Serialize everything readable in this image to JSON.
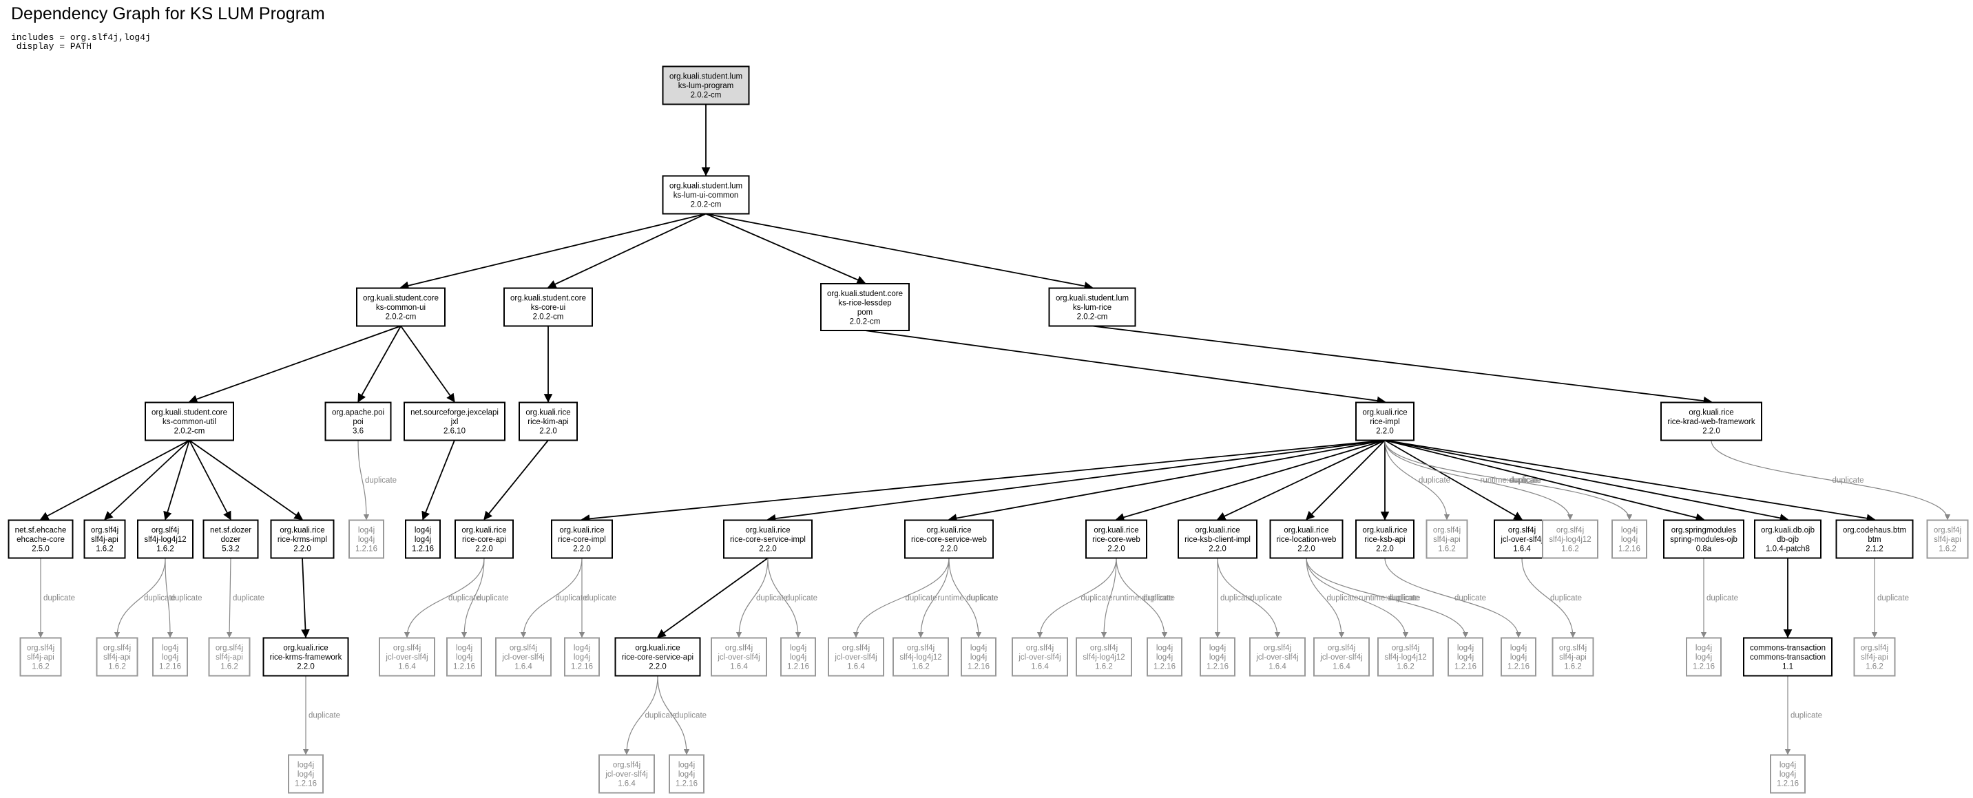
{
  "title": "Dependency Graph for KS LUM Program",
  "params": [
    "includes = org.slf4j,log4j",
    " display = PATH"
  ],
  "nodes": {
    "root": {
      "lines": [
        "org.kuali.student.lum",
        "ks-lum-program",
        "2.0.2-cm"
      ],
      "style": "root"
    },
    "uicommon": {
      "lines": [
        "org.kuali.student.lum",
        "ks-lum-ui-common",
        "2.0.2-cm"
      ],
      "style": "normal"
    },
    "commonui": {
      "lines": [
        "org.kuali.student.core",
        "ks-common-ui",
        "2.0.2-cm"
      ],
      "style": "normal"
    },
    "coreui": {
      "lines": [
        "org.kuali.student.core",
        "ks-core-ui",
        "2.0.2-cm"
      ],
      "style": "normal"
    },
    "riceless": {
      "lines": [
        "org.kuali.student.core",
        "ks-rice-lessdep",
        "pom",
        "2.0.2-cm"
      ],
      "style": "normal"
    },
    "lumrice": {
      "lines": [
        "org.kuali.student.lum",
        "ks-lum-rice",
        "2.0.2-cm"
      ],
      "style": "normal"
    },
    "commonutil": {
      "lines": [
        "org.kuali.student.core",
        "ks-common-util",
        "2.0.2-cm"
      ],
      "style": "normal"
    },
    "poi": {
      "lines": [
        "org.apache.poi",
        "poi",
        "3.6"
      ],
      "style": "normal"
    },
    "jxl": {
      "lines": [
        "net.sourceforge.jexcelapi",
        "jxl",
        "2.6.10"
      ],
      "style": "normal"
    },
    "kimapi": {
      "lines": [
        "org.kuali.rice",
        "rice-kim-api",
        "2.2.0"
      ],
      "style": "normal"
    },
    "riceimpl": {
      "lines": [
        "org.kuali.rice",
        "rice-impl",
        "2.2.0"
      ],
      "style": "normal"
    },
    "krad": {
      "lines": [
        "org.kuali.rice",
        "rice-krad-web-framework",
        "2.2.0"
      ],
      "style": "normal"
    },
    "ehcache": {
      "lines": [
        "net.sf.ehcache",
        "ehcache-core",
        "2.5.0"
      ],
      "style": "normal"
    },
    "slf4japi_a": {
      "lines": [
        "org.slf4j",
        "slf4j-api",
        "1.6.2"
      ],
      "style": "normal"
    },
    "slf4jlog4j_a": {
      "lines": [
        "org.slf4j",
        "slf4j-log4j12",
        "1.6.2"
      ],
      "style": "normal"
    },
    "dozer": {
      "lines": [
        "net.sf.dozer",
        "dozer",
        "5.3.2"
      ],
      "style": "normal"
    },
    "krmsimpl": {
      "lines": [
        "org.kuali.rice",
        "rice-krms-impl",
        "2.2.0"
      ],
      "style": "normal"
    },
    "poi_log4j": {
      "lines": [
        "log4j",
        "log4j",
        "1.2.16"
      ],
      "style": "dup"
    },
    "log4j_a": {
      "lines": [
        "log4j",
        "log4j",
        "1.2.16"
      ],
      "style": "normal"
    },
    "coreapi": {
      "lines": [
        "org.kuali.rice",
        "rice-core-api",
        "2.2.0"
      ],
      "style": "normal"
    },
    "coreimpl": {
      "lines": [
        "org.kuali.rice",
        "rice-core-impl",
        "2.2.0"
      ],
      "style": "normal"
    },
    "csimpl": {
      "lines": [
        "org.kuali.rice",
        "rice-core-service-impl",
        "2.2.0"
      ],
      "style": "normal"
    },
    "csweb": {
      "lines": [
        "org.kuali.rice",
        "rice-core-service-web",
        "2.2.0"
      ],
      "style": "normal"
    },
    "coreweb": {
      "lines": [
        "org.kuali.rice",
        "rice-core-web",
        "2.2.0"
      ],
      "style": "normal"
    },
    "ksbclient": {
      "lines": [
        "org.kuali.rice",
        "rice-ksb-client-impl",
        "2.2.0"
      ],
      "style": "normal"
    },
    "locweb": {
      "lines": [
        "org.kuali.rice",
        "rice-location-web",
        "2.2.0"
      ],
      "style": "normal"
    },
    "ksbapi": {
      "lines": [
        "org.kuali.rice",
        "rice-ksb-api",
        "2.2.0"
      ],
      "style": "normal"
    },
    "ri_slf4japi": {
      "lines": [
        "org.slf4j",
        "slf4j-api",
        "1.6.2"
      ],
      "style": "dup"
    },
    "jcloverslf4j": {
      "lines": [
        "org.slf4j",
        "jcl-over-slf4j",
        "1.6.4"
      ],
      "style": "normal"
    },
    "ri_slf4jlog4j": {
      "lines": [
        "org.slf4j",
        "slf4j-log4j12",
        "1.6.2"
      ],
      "style": "dup"
    },
    "ri_log4j": {
      "lines": [
        "log4j",
        "log4j",
        "1.2.16"
      ],
      "style": "dup"
    },
    "springojb": {
      "lines": [
        "org.springmodules",
        "spring-modules-ojb",
        "0.8a"
      ],
      "style": "normal"
    },
    "dbojb": {
      "lines": [
        "org.kuali.db.ojb",
        "db-ojb",
        "1.0.4-patch8"
      ],
      "style": "normal"
    },
    "btm": {
      "lines": [
        "org.codehaus.btm",
        "btm",
        "2.1.2"
      ],
      "style": "normal"
    },
    "krad_slf4japi": {
      "lines": [
        "org.slf4j",
        "slf4j-api",
        "1.6.2"
      ],
      "style": "dup"
    },
    "ehc_slf4japi": {
      "lines": [
        "org.slf4j",
        "slf4j-api",
        "1.6.2"
      ],
      "style": "dup"
    },
    "l4_slf4japi": {
      "lines": [
        "org.slf4j",
        "slf4j-api",
        "1.6.2"
      ],
      "style": "dup"
    },
    "l4_log4j": {
      "lines": [
        "log4j",
        "log4j",
        "1.2.16"
      ],
      "style": "dup"
    },
    "dz_slf4japi": {
      "lines": [
        "org.slf4j",
        "slf4j-api",
        "1.6.2"
      ],
      "style": "dup"
    },
    "krmsfw": {
      "lines": [
        "org.kuali.rice",
        "rice-krms-framework",
        "2.2.0"
      ],
      "style": "normal"
    },
    "ca_jcl": {
      "lines": [
        "org.slf4j",
        "jcl-over-slf4j",
        "1.6.4"
      ],
      "style": "dup"
    },
    "ca_log4j": {
      "lines": [
        "log4j",
        "log4j",
        "1.2.16"
      ],
      "style": "dup"
    },
    "ci_jcl": {
      "lines": [
        "org.slf4j",
        "jcl-over-slf4j",
        "1.6.4"
      ],
      "style": "dup"
    },
    "ci_log4j": {
      "lines": [
        "log4j",
        "log4j",
        "1.2.16"
      ],
      "style": "dup"
    },
    "csapi": {
      "lines": [
        "org.kuali.rice",
        "rice-core-service-api",
        "2.2.0"
      ],
      "style": "normal"
    },
    "csi_jcl": {
      "lines": [
        "org.slf4j",
        "jcl-over-slf4j",
        "1.6.4"
      ],
      "style": "dup"
    },
    "csi_log4j": {
      "lines": [
        "log4j",
        "log4j",
        "1.2.16"
      ],
      "style": "dup"
    },
    "csw_jcl": {
      "lines": [
        "org.slf4j",
        "jcl-over-slf4j",
        "1.6.4"
      ],
      "style": "dup"
    },
    "csw_slf4jlog4j": {
      "lines": [
        "org.slf4j",
        "slf4j-log4j12",
        "1.6.2"
      ],
      "style": "dup"
    },
    "csw_log4j": {
      "lines": [
        "log4j",
        "log4j",
        "1.2.16"
      ],
      "style": "dup"
    },
    "cw_jcl": {
      "lines": [
        "org.slf4j",
        "jcl-over-slf4j",
        "1.6.4"
      ],
      "style": "dup"
    },
    "cw_slf4jlog4j": {
      "lines": [
        "org.slf4j",
        "slf4j-log4j12",
        "1.6.2"
      ],
      "style": "dup"
    },
    "cw_log4j": {
      "lines": [
        "log4j",
        "log4j",
        "1.2.16"
      ],
      "style": "dup"
    },
    "kc_log4j": {
      "lines": [
        "log4j",
        "log4j",
        "1.2.16"
      ],
      "style": "dup"
    },
    "kc_jcl": {
      "lines": [
        "org.slf4j",
        "jcl-over-slf4j",
        "1.6.4"
      ],
      "style": "dup"
    },
    "lw_jcl": {
      "lines": [
        "org.slf4j",
        "jcl-over-slf4j",
        "1.6.4"
      ],
      "style": "dup"
    },
    "lw_slf4jlog4j": {
      "lines": [
        "org.slf4j",
        "slf4j-log4j12",
        "1.6.2"
      ],
      "style": "dup"
    },
    "lw_log4j": {
      "lines": [
        "log4j",
        "log4j",
        "1.2.16"
      ],
      "style": "dup"
    },
    "ka_log4j": {
      "lines": [
        "log4j",
        "log4j",
        "1.2.16"
      ],
      "style": "dup"
    },
    "jc_slf4japi": {
      "lines": [
        "org.slf4j",
        "slf4j-api",
        "1.6.2"
      ],
      "style": "dup"
    },
    "so_log4j": {
      "lines": [
        "log4j",
        "log4j",
        "1.2.16"
      ],
      "style": "dup"
    },
    "commonstx": {
      "lines": [
        "commons-transaction",
        "commons-transaction",
        "1.1"
      ],
      "style": "normal"
    },
    "btm_slf4japi": {
      "lines": [
        "org.slf4j",
        "slf4j-api",
        "1.6.2"
      ],
      "style": "dup"
    },
    "kf_log4j": {
      "lines": [
        "log4j",
        "log4j",
        "1.2.16"
      ],
      "style": "dup"
    },
    "csa_jcl": {
      "lines": [
        "org.slf4j",
        "jcl-over-slf4j",
        "1.6.4"
      ],
      "style": "dup"
    },
    "csa_log4j": {
      "lines": [
        "log4j",
        "log4j",
        "1.2.16"
      ],
      "style": "dup"
    },
    "ct_log4j": {
      "lines": [
        "log4j",
        "log4j",
        "1.2.16"
      ],
      "style": "dup"
    }
  },
  "edges": [
    {
      "from": "root",
      "to": "uicommon",
      "label": ""
    },
    {
      "from": "uicommon",
      "to": "commonui",
      "label": ""
    },
    {
      "from": "uicommon",
      "to": "coreui",
      "label": ""
    },
    {
      "from": "uicommon",
      "to": "riceless",
      "label": ""
    },
    {
      "from": "uicommon",
      "to": "lumrice",
      "label": ""
    },
    {
      "from": "commonui",
      "to": "commonutil",
      "label": ""
    },
    {
      "from": "commonui",
      "to": "poi",
      "label": ""
    },
    {
      "from": "commonui",
      "to": "jxl",
      "label": ""
    },
    {
      "from": "coreui",
      "to": "kimapi",
      "label": ""
    },
    {
      "from": "riceless",
      "to": "riceimpl",
      "label": ""
    },
    {
      "from": "lumrice",
      "to": "krad",
      "label": ""
    },
    {
      "from": "commonutil",
      "to": "ehcache",
      "label": ""
    },
    {
      "from": "commonutil",
      "to": "slf4japi_a",
      "label": ""
    },
    {
      "from": "commonutil",
      "to": "slf4jlog4j_a",
      "label": ""
    },
    {
      "from": "commonutil",
      "to": "dozer",
      "label": ""
    },
    {
      "from": "commonutil",
      "to": "krmsimpl",
      "label": ""
    },
    {
      "from": "poi",
      "to": "poi_log4j",
      "label": "duplicate"
    },
    {
      "from": "jxl",
      "to": "log4j_a",
      "label": ""
    },
    {
      "from": "kimapi",
      "to": "coreapi",
      "label": ""
    },
    {
      "from": "riceimpl",
      "to": "coreimpl",
      "label": ""
    },
    {
      "from": "riceimpl",
      "to": "csimpl",
      "label": ""
    },
    {
      "from": "riceimpl",
      "to": "csweb",
      "label": ""
    },
    {
      "from": "riceimpl",
      "to": "coreweb",
      "label": ""
    },
    {
      "from": "riceimpl",
      "to": "ksbclient",
      "label": ""
    },
    {
      "from": "riceimpl",
      "to": "locweb",
      "label": ""
    },
    {
      "from": "riceimpl",
      "to": "ksbapi",
      "label": ""
    },
    {
      "from": "riceimpl",
      "to": "ri_slf4japi",
      "label": "duplicate"
    },
    {
      "from": "riceimpl",
      "to": "jcloverslf4j",
      "label": ""
    },
    {
      "from": "riceimpl",
      "to": "ri_slf4jlog4j",
      "label": "runtime:duplicate"
    },
    {
      "from": "riceimpl",
      "to": "ri_log4j",
      "label": "duplicate"
    },
    {
      "from": "riceimpl",
      "to": "springojb",
      "label": ""
    },
    {
      "from": "riceimpl",
      "to": "dbojb",
      "label": ""
    },
    {
      "from": "riceimpl",
      "to": "btm",
      "label": ""
    },
    {
      "from": "krad",
      "to": "krad_slf4japi",
      "label": "duplicate"
    },
    {
      "from": "ehcache",
      "to": "ehc_slf4japi",
      "label": "duplicate"
    },
    {
      "from": "slf4jlog4j_a",
      "to": "l4_slf4japi",
      "label": "duplicate"
    },
    {
      "from": "slf4jlog4j_a",
      "to": "l4_log4j",
      "label": "duplicate"
    },
    {
      "from": "dozer",
      "to": "dz_slf4japi",
      "label": "duplicate"
    },
    {
      "from": "krmsimpl",
      "to": "krmsfw",
      "label": ""
    },
    {
      "from": "coreapi",
      "to": "ca_jcl",
      "label": "duplicate"
    },
    {
      "from": "coreapi",
      "to": "ca_log4j",
      "label": "duplicate"
    },
    {
      "from": "coreimpl",
      "to": "ci_jcl",
      "label": "duplicate"
    },
    {
      "from": "coreimpl",
      "to": "ci_log4j",
      "label": "duplicate"
    },
    {
      "from": "csimpl",
      "to": "csapi",
      "label": ""
    },
    {
      "from": "csimpl",
      "to": "csi_jcl",
      "label": "duplicate"
    },
    {
      "from": "csimpl",
      "to": "csi_log4j",
      "label": "duplicate"
    },
    {
      "from": "csweb",
      "to": "csw_jcl",
      "label": "duplicate"
    },
    {
      "from": "csweb",
      "to": "csw_slf4jlog4j",
      "label": "runtime:duplicate"
    },
    {
      "from": "csweb",
      "to": "csw_log4j",
      "label": "duplicate"
    },
    {
      "from": "coreweb",
      "to": "cw_jcl",
      "label": "duplicate"
    },
    {
      "from": "coreweb",
      "to": "cw_slf4jlog4j",
      "label": "runtime:duplicate"
    },
    {
      "from": "coreweb",
      "to": "cw_log4j",
      "label": "duplicate"
    },
    {
      "from": "ksbclient",
      "to": "kc_log4j",
      "label": "duplicate"
    },
    {
      "from": "ksbclient",
      "to": "kc_jcl",
      "label": "duplicate"
    },
    {
      "from": "locweb",
      "to": "lw_jcl",
      "label": "duplicate"
    },
    {
      "from": "locweb",
      "to": "lw_slf4jlog4j",
      "label": "runtime:duplicate"
    },
    {
      "from": "locweb",
      "to": "lw_log4j",
      "label": "duplicate"
    },
    {
      "from": "ksbapi",
      "to": "ka_log4j",
      "label": "duplicate"
    },
    {
      "from": "jcloverslf4j",
      "to": "jc_slf4japi",
      "label": "duplicate"
    },
    {
      "from": "springojb",
      "to": "so_log4j",
      "label": "duplicate"
    },
    {
      "from": "dbojb",
      "to": "commonstx",
      "label": ""
    },
    {
      "from": "btm",
      "to": "btm_slf4japi",
      "label": "duplicate"
    },
    {
      "from": "krmsfw",
      "to": "kf_log4j",
      "label": "duplicate"
    },
    {
      "from": "csapi",
      "to": "csa_jcl",
      "label": "duplicate"
    },
    {
      "from": "csapi",
      "to": "csa_log4j",
      "label": "duplicate"
    },
    {
      "from": "commonstx",
      "to": "ct_log4j",
      "label": "duplicate"
    }
  ],
  "colors": {
    "node_border": "#000000",
    "node_fill": "#ffffff",
    "root_fill": "#d9d9d9",
    "dup_border": "#999999",
    "dup_text": "#888888",
    "edge": "#000000",
    "dup_edge": "#888888"
  }
}
